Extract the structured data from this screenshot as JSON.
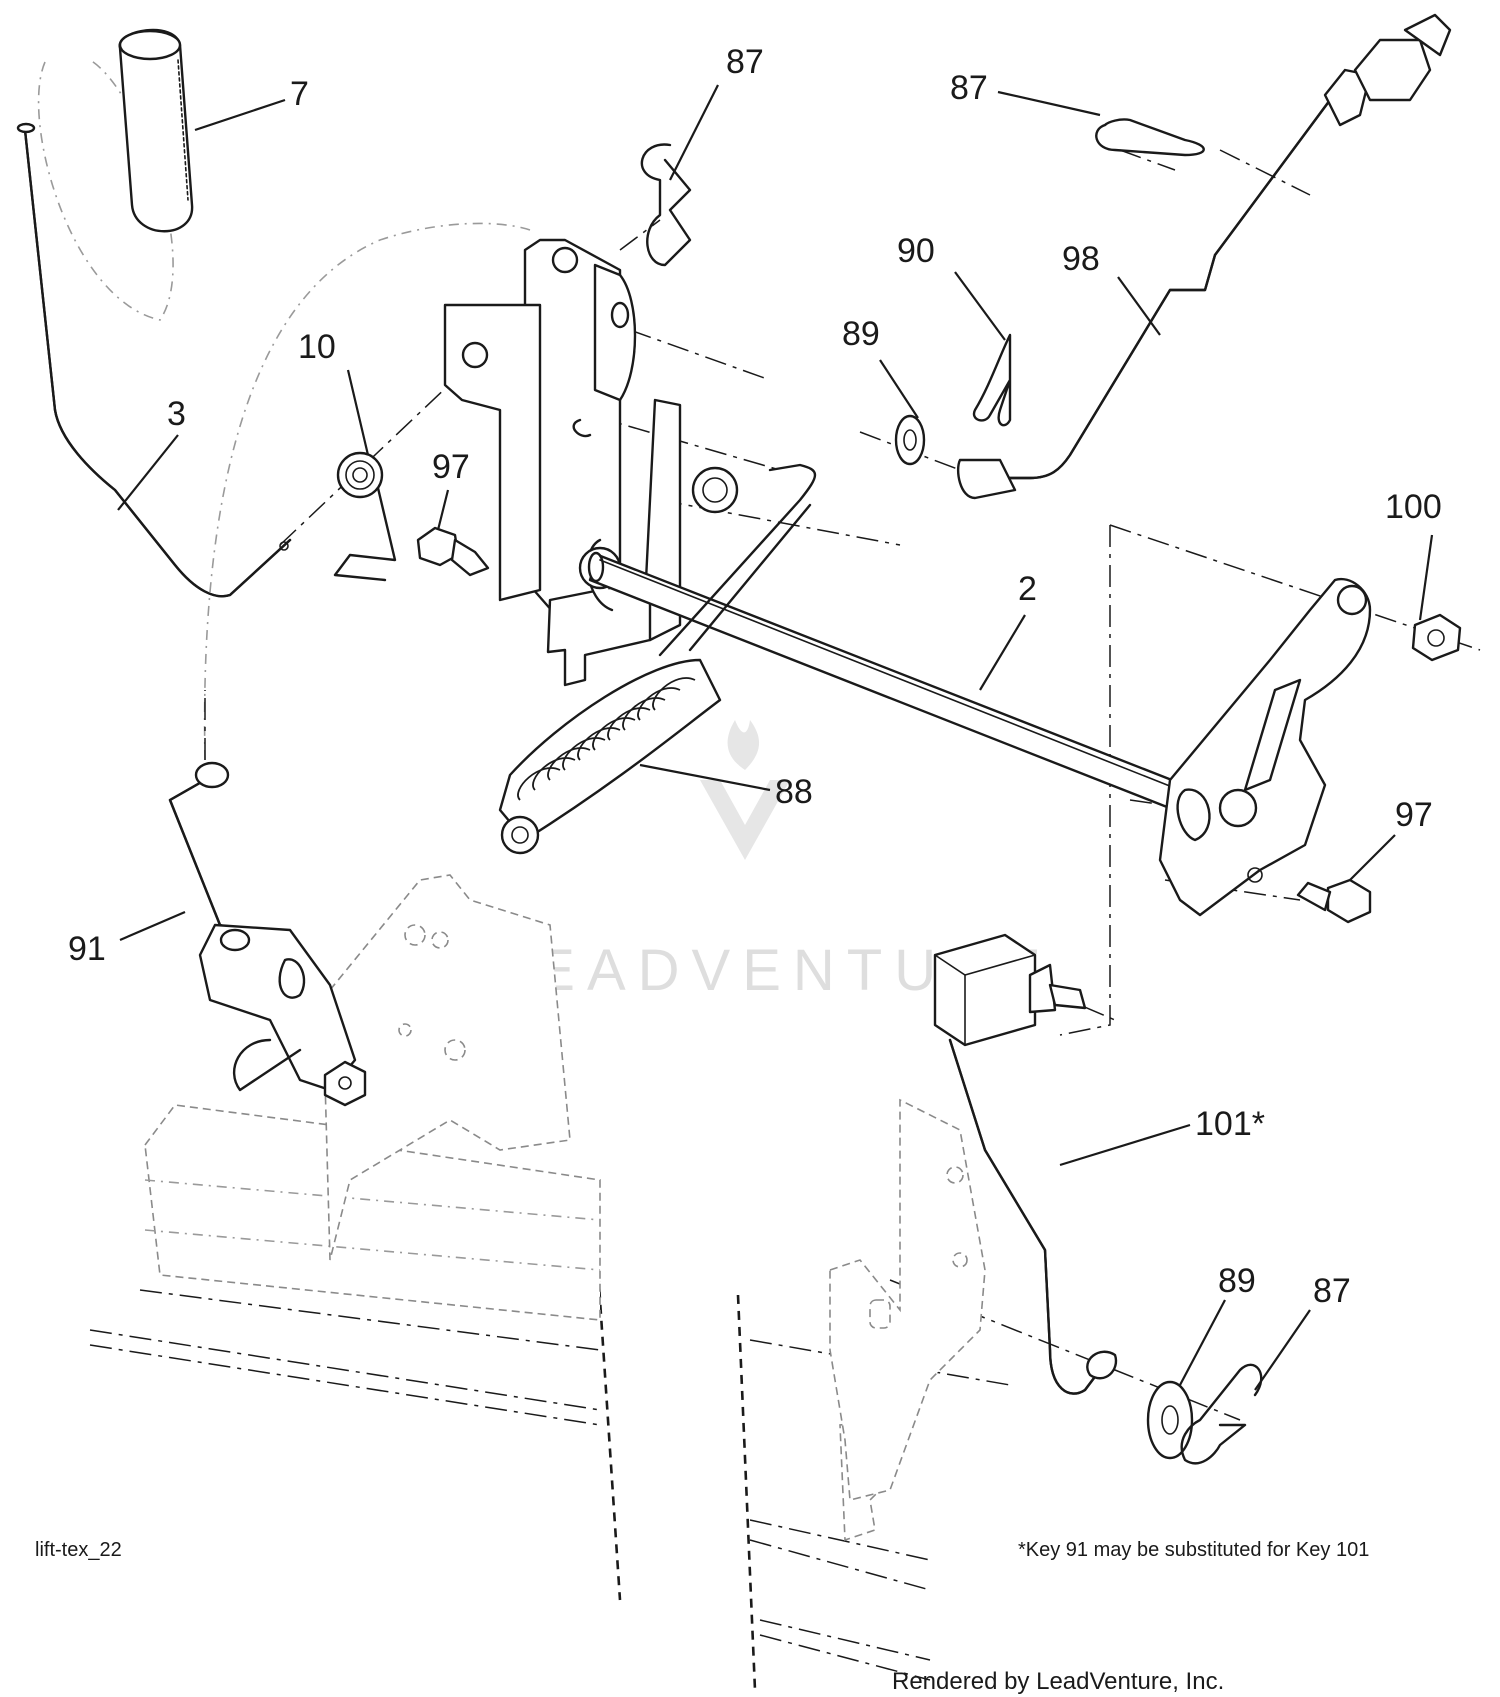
{
  "diagram": {
    "callouts": {
      "c7": "7",
      "c87a": "87",
      "c87b": "87",
      "c87c": "87",
      "c90": "90",
      "c98": "98",
      "c89a": "89",
      "c89b": "89",
      "c10": "10",
      "c3": "3",
      "c97a": "97",
      "c97b": "97",
      "c100": "100",
      "c2": "2",
      "c88": "88",
      "c91": "91",
      "c101": "101*"
    },
    "diagram_id": "lift-tex_22",
    "footnote": "*Key 91 may be substituted for Key 101",
    "watermark": "LEADVENTURE",
    "rendered_by": "Rendered by LeadVenture, Inc."
  }
}
